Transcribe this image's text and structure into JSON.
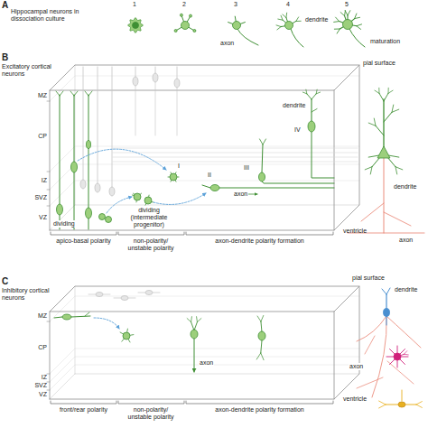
{
  "diagram": {
    "labels": [
      "A",
      "Hippocampal neurons in dissociation culture",
      "1",
      "2",
      "3",
      "4",
      "5",
      "dendrite",
      "axon",
      "maturation",
      "B",
      "Excitatory cortical neurons",
      "pial surface",
      "MZ",
      "CP",
      "IZ",
      "SVZ",
      "VZ",
      "dividing",
      "dividing (intermediate progenitor)",
      "I",
      "axon",
      "II",
      "III",
      "IV",
      "dendrite",
      "ventricle",
      "apico-basal polarity",
      "non-polarity/ unstable polarity",
      "axon-dendrite polarity formation",
      "dendrite",
      "axon",
      "C",
      "Inhibitory cortical neurons",
      "pial surface",
      "MZ",
      "CP",
      "IZ",
      "SVZ",
      "VZ",
      "axon",
      "ventricle",
      "front/rear polarity",
      "non-polarity/ unstable polarity",
      "axon-dendrite polarity formation",
      "dendrite",
      "axon"
    ]
  }
}
